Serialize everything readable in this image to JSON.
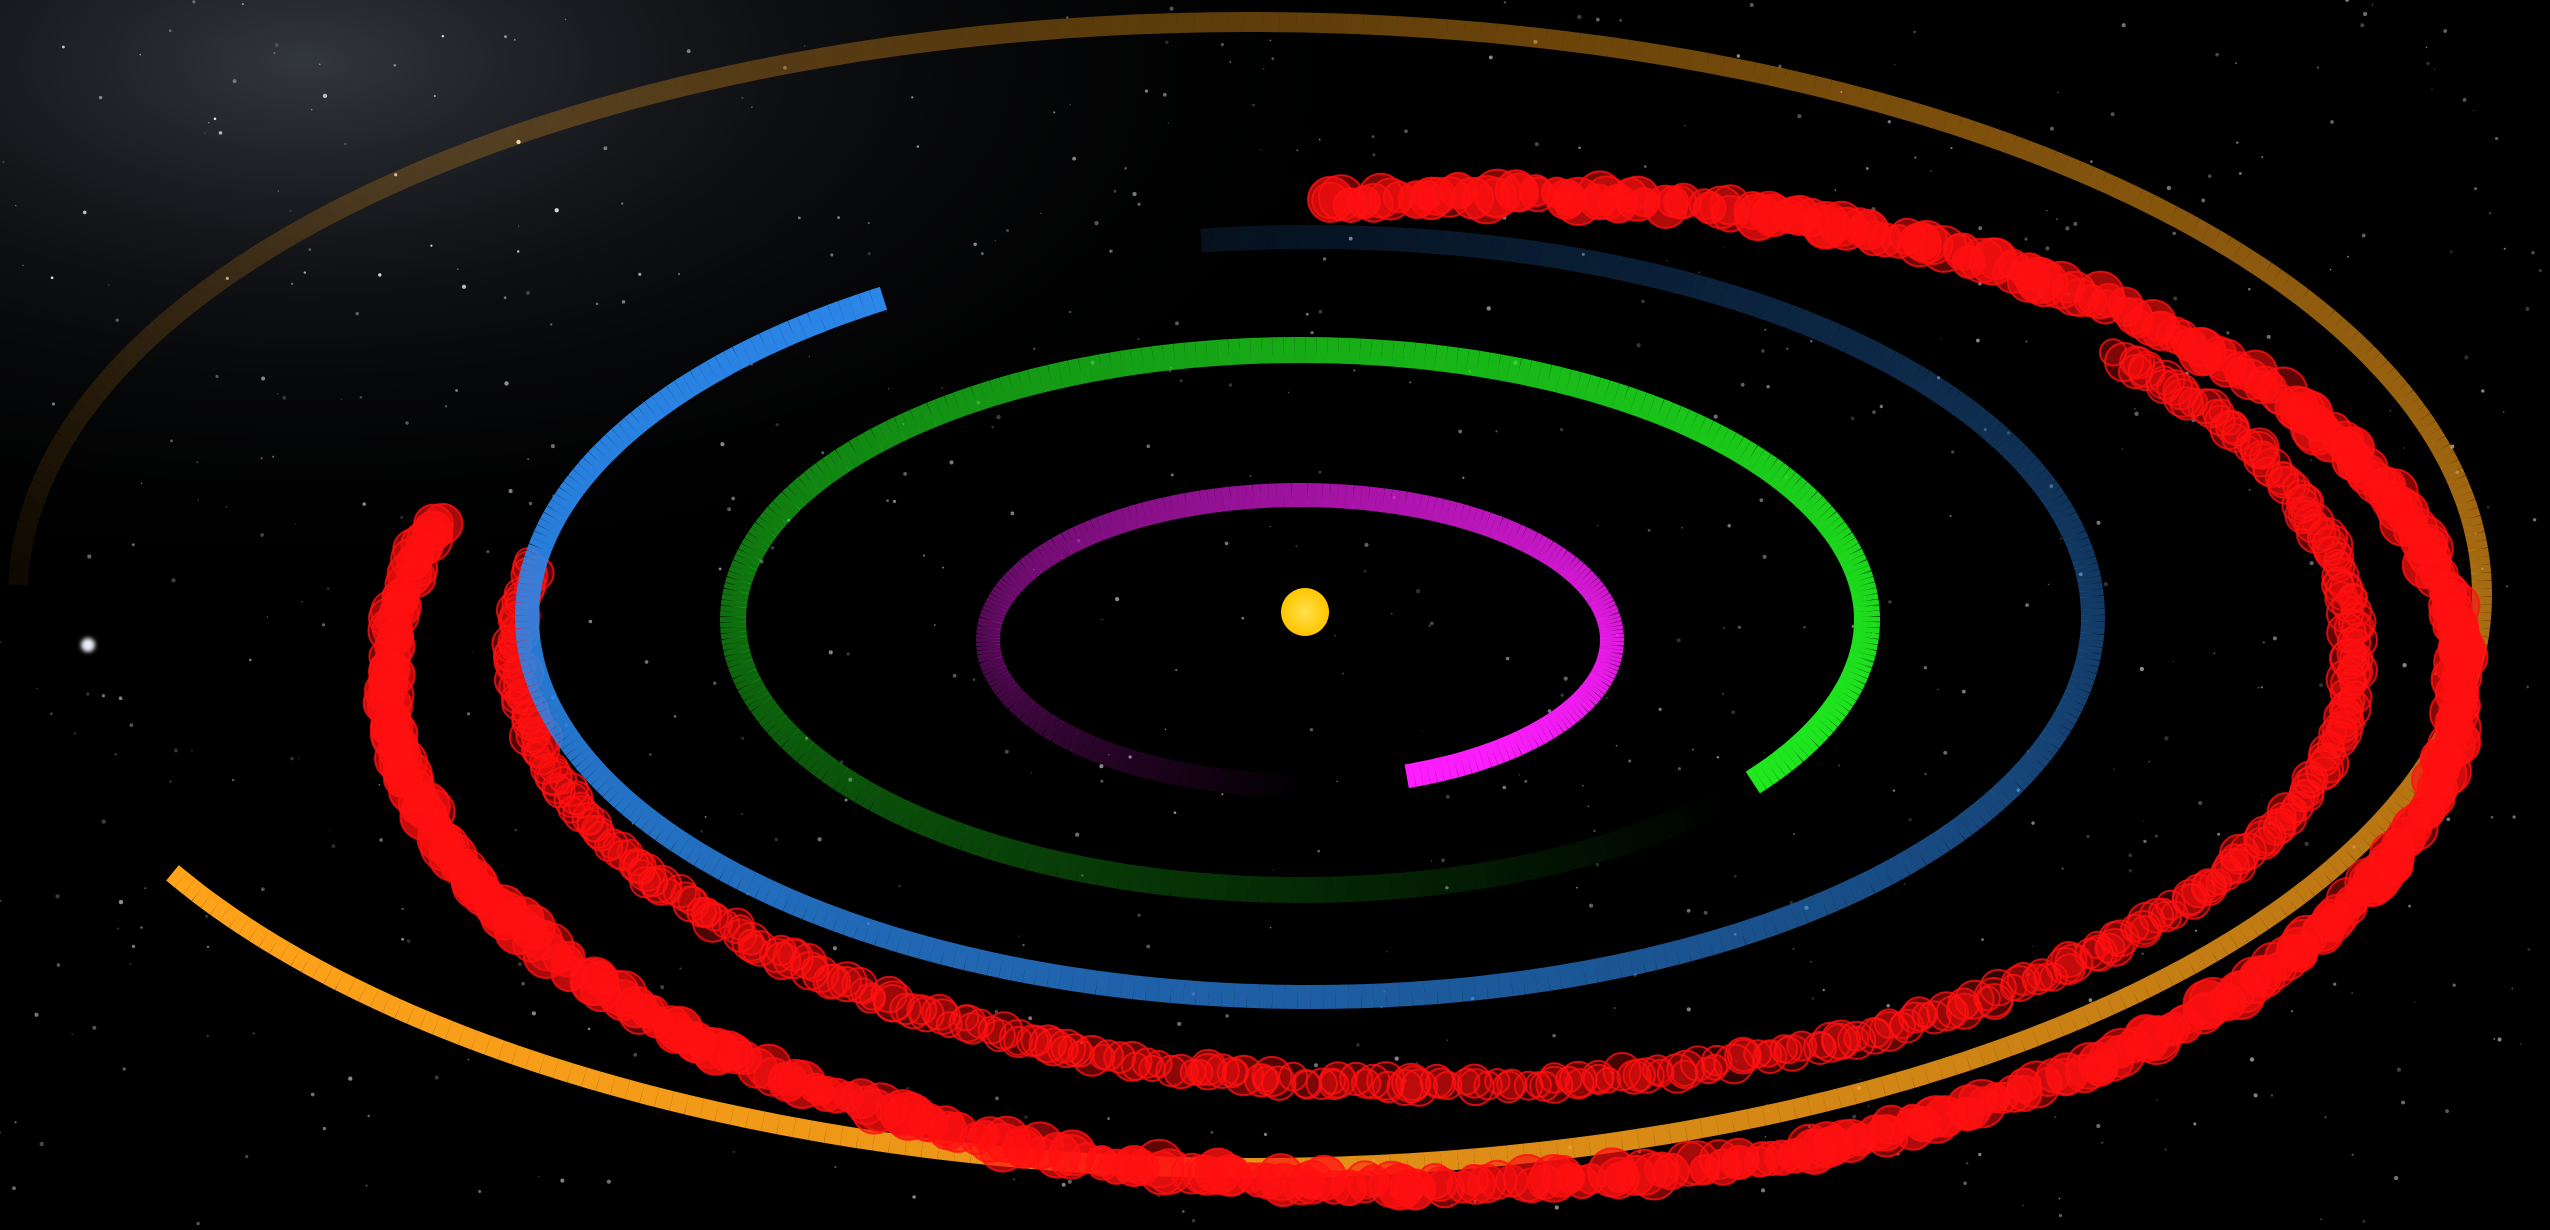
{
  "scene": {
    "background_color": "#000000",
    "sun": {
      "color": "#FFD21A"
    },
    "orbits": [
      {
        "id": "magenta",
        "color": "#FF1EFF",
        "trail_style": "solid"
      },
      {
        "id": "green",
        "color": "#1FE81F",
        "trail_style": "solid"
      },
      {
        "id": "blue",
        "color": "#2B86E8",
        "trail_style": "solid"
      },
      {
        "id": "orange",
        "color": "#FFA31A",
        "trail_style": "solid"
      },
      {
        "id": "red",
        "color": "#FF1010",
        "trail_style": "dotted-particles"
      }
    ]
  }
}
